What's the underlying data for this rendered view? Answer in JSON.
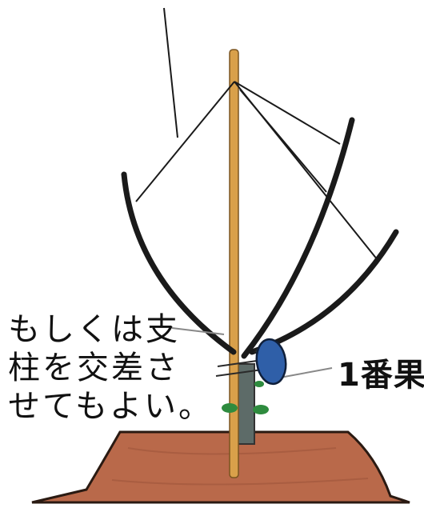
{
  "labels": {
    "note_lines": [
      "もしくは支",
      "柱を交差さ",
      "せてもよい。"
    ],
    "fruit": "1番果"
  },
  "colors": {
    "soil": "#b9694a",
    "soil_outline": "#2a1a12",
    "pole": "#d9a04a",
    "stem": "#5d6b68",
    "eggplant": "#2f5fa8",
    "leaf": "#2e8b3e",
    "line": "#1a1a1a"
  }
}
